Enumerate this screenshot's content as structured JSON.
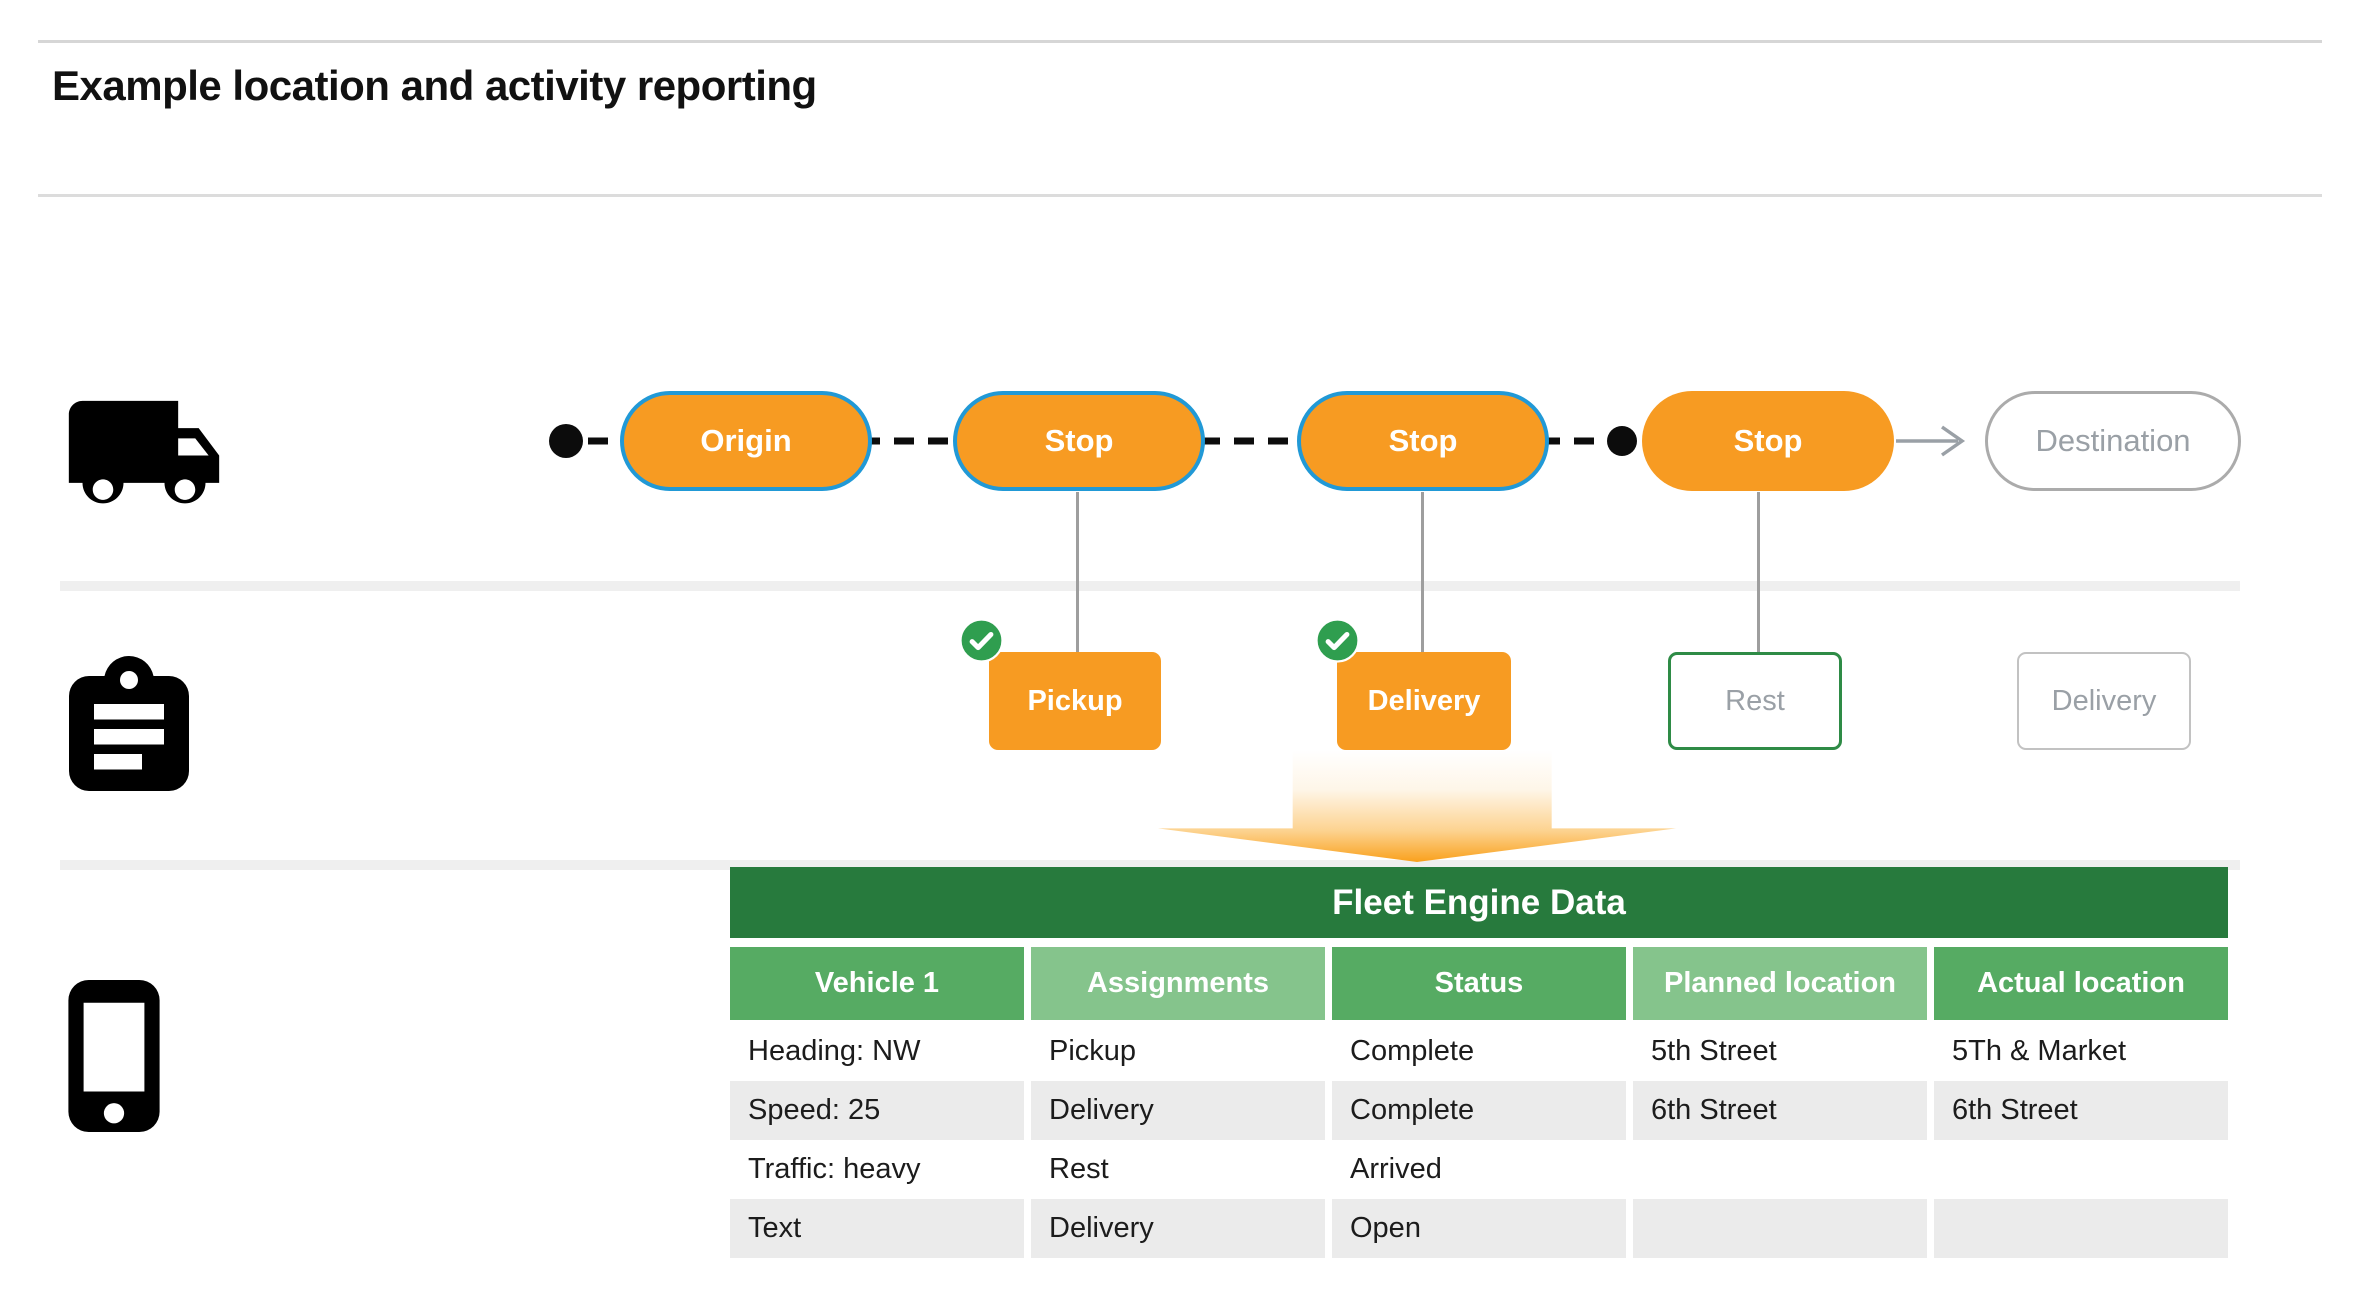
{
  "header": {
    "title": "Example location and activity reporting"
  },
  "route": {
    "nodes": [
      {
        "label": "Origin"
      },
      {
        "label": "Stop"
      },
      {
        "label": "Stop"
      },
      {
        "label": "Stop"
      },
      {
        "label": "Destination"
      }
    ]
  },
  "activities": [
    {
      "label": "Pickup",
      "status": "complete"
    },
    {
      "label": "Delivery",
      "status": "complete"
    },
    {
      "label": "Rest",
      "status": "current"
    },
    {
      "label": "Delivery",
      "status": "upcoming"
    }
  ],
  "fleet_table": {
    "title": "Fleet Engine Data",
    "columns": [
      "Vehicle 1",
      "Assignments",
      "Status",
      "Planned location",
      "Actual location"
    ],
    "rows": [
      [
        "Heading: NW",
        "Pickup",
        "Complete",
        "5th Street",
        "5Th & Market"
      ],
      [
        "Speed: 25",
        "Delivery",
        "Complete",
        "6th Street",
        "6th Street"
      ],
      [
        "Traffic: heavy",
        "Rest",
        "Arrived",
        "",
        ""
      ],
      [
        "Text",
        "Delivery",
        "Open",
        "",
        ""
      ]
    ]
  },
  "icons": {
    "truck": "truck-icon",
    "clipboard": "clipboard-icon",
    "smartphone": "smartphone-icon",
    "check": "check-icon"
  },
  "colors": {
    "pill_orange": "#F79B22",
    "pill_border_blue": "#2199D6",
    "table_bar_green": "#277A3D",
    "header_green_dark": "#56AB63",
    "header_green_light": "#85C48C",
    "check_green": "#2F9E4F",
    "rest_border_green": "#2E8B46",
    "muted_gray": "#9AA0A6",
    "row_gray": "#EBEBEB"
  }
}
